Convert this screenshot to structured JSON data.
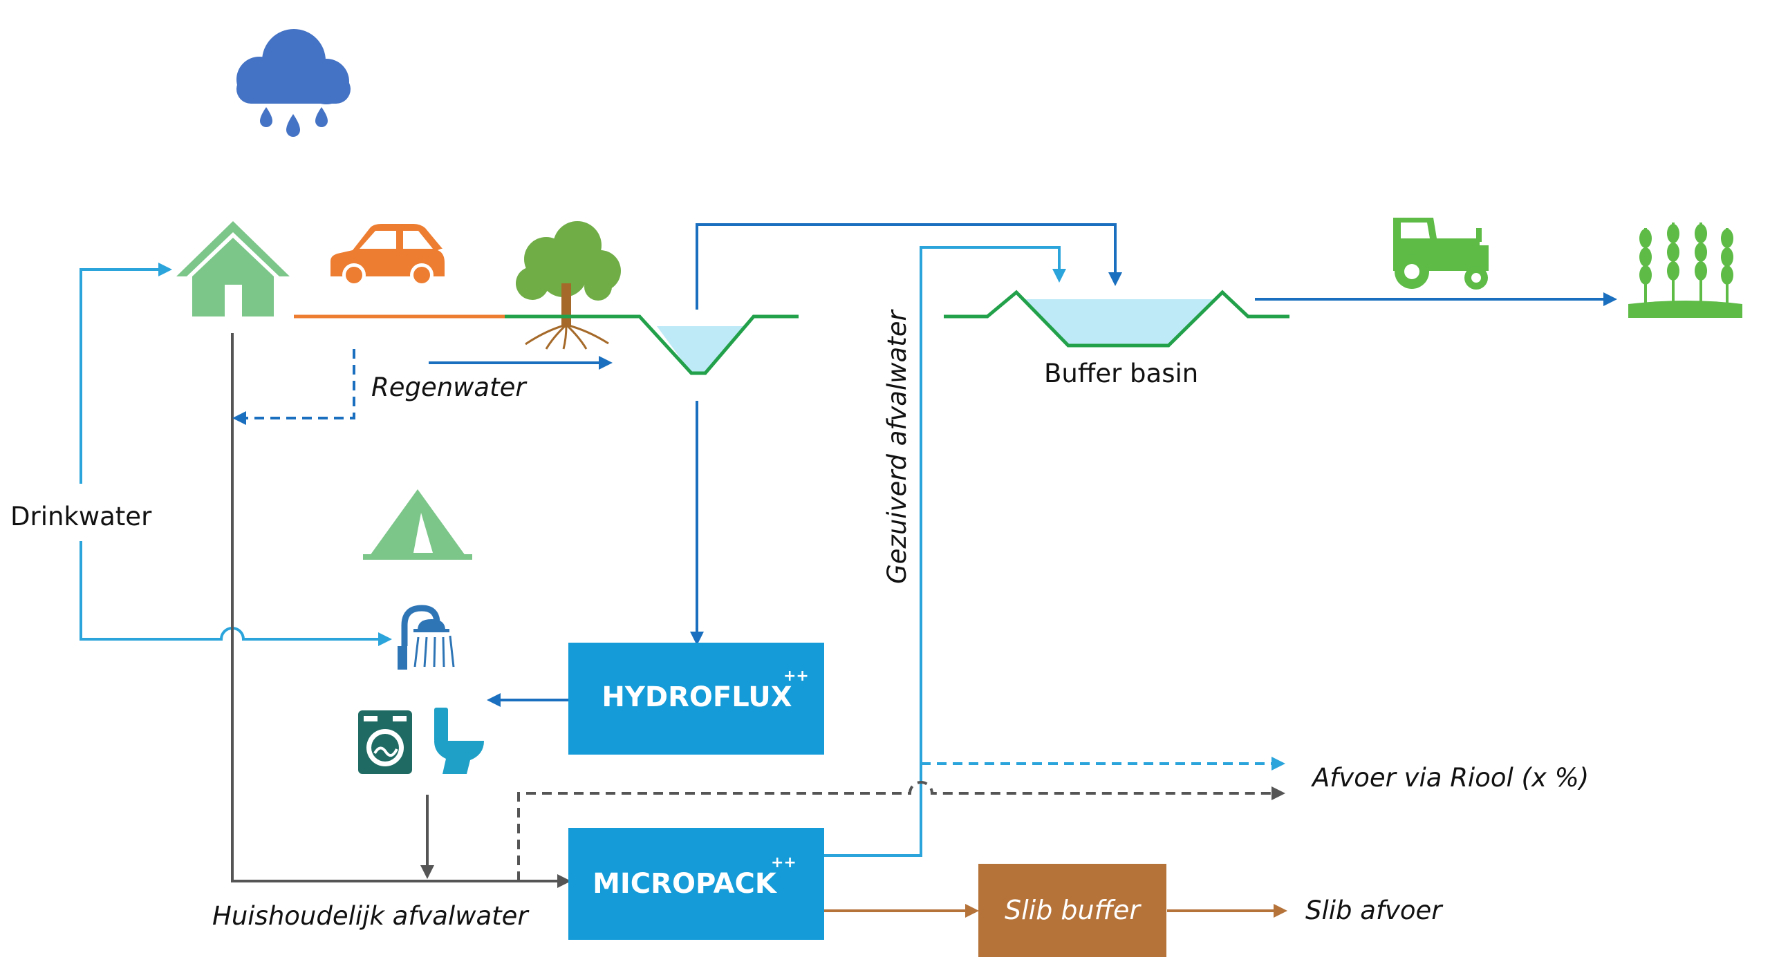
{
  "labels": {
    "drinkwater": "Drinkwater",
    "regenwater": "Regenwater",
    "gezuiverd": "Gezuiverd afvalwater",
    "buffer_basin": "Buffer basin",
    "huishoudelijk": "Huishoudelijk afvalwater",
    "afvoer_riool": "Afvoer via Riool (x %)",
    "slib_afvoer": "Slib afvoer"
  },
  "boxes": {
    "hydroflux": {
      "name": "HYDROFLUX",
      "sup": "++"
    },
    "micropack": {
      "name": "MICROPACK",
      "sup": "++"
    },
    "slib_buffer": {
      "name": "Slib buffer"
    }
  },
  "icons": [
    "rain-cloud-icon",
    "house-icon",
    "car-icon",
    "tree-icon",
    "tent-icon",
    "shower-icon",
    "washing-machine-icon",
    "toilet-icon",
    "tractor-icon",
    "crops-icon"
  ],
  "colors": {
    "drink_blue": "#2AA4DB",
    "flow_blue": "#1A6FBE",
    "grey": "#555555",
    "brown": "#B5733A",
    "green": "#7CC68A",
    "ground_green": "#22A04A",
    "box_blue": "#149BD8",
    "water": "#BEEAF7"
  }
}
